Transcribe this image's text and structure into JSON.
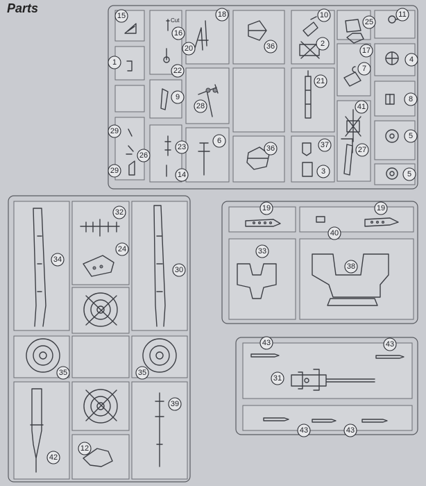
{
  "title": "Parts",
  "cut_label": "Cut",
  "callouts": {
    "c1": "1",
    "c2": "2",
    "c3": "3",
    "c4": "4",
    "c5a": "5",
    "c5b": "5",
    "c6": "6",
    "c7": "7",
    "c8": "8",
    "c9": "9",
    "c10": "10",
    "c11": "11",
    "c12": "12",
    "c14": "14",
    "c15": "15",
    "c16": "16",
    "c17": "17",
    "c18": "18",
    "c19a": "19",
    "c19b": "19",
    "c20": "20",
    "c21": "21",
    "c22": "22",
    "c23": "23",
    "c24": "24",
    "c25": "25",
    "c26": "26",
    "c27": "27",
    "c28": "28",
    "c29a": "29",
    "c29b": "29",
    "c30": "30",
    "c31": "31",
    "c32": "32",
    "c33": "33",
    "c34": "34",
    "c35a": "35",
    "c35b": "35",
    "c36a": "36",
    "c36b": "36",
    "c37": "37",
    "c38": "38",
    "c39": "39",
    "c40": "40",
    "c41": "41",
    "c42": "42",
    "c43a": "43",
    "c43b": "43",
    "c43c": "43",
    "c43d": "43"
  }
}
